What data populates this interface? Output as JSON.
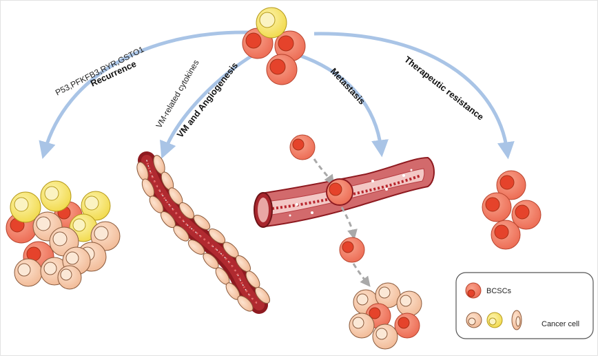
{
  "labels": {
    "recurrence": "Recurrence",
    "genes": "P53,PFKFB3,RYR,GSTO1",
    "cytokines": "VM-related cytokines",
    "vm_angio": "VM and Angiogenesis",
    "metastasis": "Metastasis",
    "therapeutic": "Therapeutic resistance"
  },
  "legend": {
    "bcscs": "BCSCs",
    "cancer_cell": "Cancer cell"
  },
  "colors": {
    "arrow": "#a9c4e6",
    "bcsc_fill": "#f2846c",
    "bcsc_nucleus": "#e5432b",
    "cancer_fill": "#f6cdb0",
    "cancer_nucleus": "#fbe8d6",
    "yellow_fill": "#f6e46c",
    "vessel_dark": "#8e1a20",
    "vessel_mid": "#c34a4f",
    "vessel_light": "#e9a7a5"
  }
}
